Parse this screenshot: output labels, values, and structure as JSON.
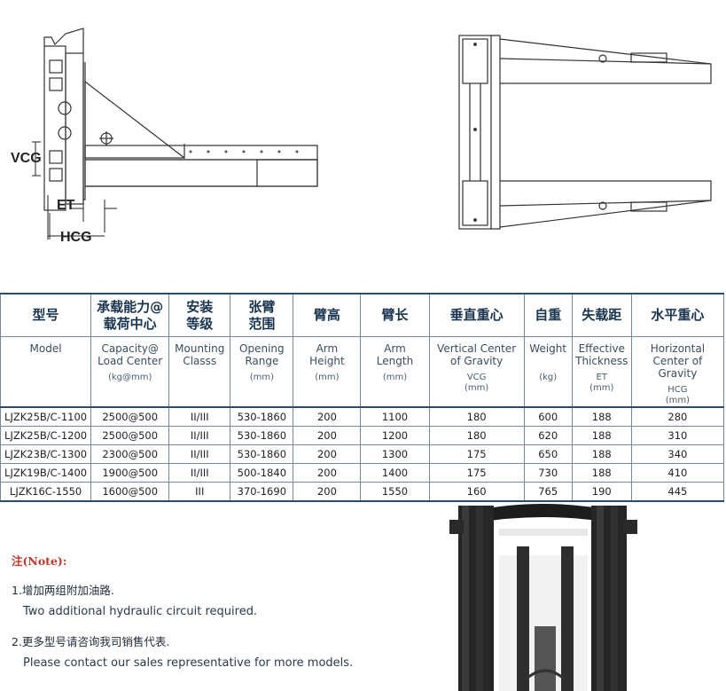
{
  "drawing_labels": {
    "vcg": "VCG",
    "et": "ET",
    "hcg": "HCG"
  },
  "table": {
    "headers_zh": [
      "型号",
      "承载能力@\n载荷中心",
      "安装\n等级",
      "张臂\n范围",
      "臂高",
      "臂长",
      "垂直重心",
      "自重",
      "失载距",
      "水平重心"
    ],
    "headers_en": [
      "Model",
      "Capacity@\nLoad Center",
      "Mounting\nClasss",
      "Opening\nRange",
      "Arm\nHeight",
      "Arm\nLength",
      "Vertical Center\nof Gravity",
      "Weight",
      "Effective\nThickness",
      "Horizontal\nCenter of Gravity"
    ],
    "units": [
      "",
      "(kg@mm)",
      "",
      "(mm)",
      "(mm)",
      "(mm)",
      "VCG\n(mm)",
      "(kg)",
      "ET\n(mm)",
      "HCG\n(mm)"
    ],
    "rows": [
      [
        "LJZK25B/C-1100",
        "2500@500",
        "II/III",
        "530-1860",
        "200",
        "1100",
        "180",
        "600",
        "188",
        "280"
      ],
      [
        "LJZK25B/C-1200",
        "2500@500",
        "II/III",
        "530-1860",
        "200",
        "1200",
        "180",
        "620",
        "188",
        "310"
      ],
      [
        "LJZK23B/C-1300",
        "2300@500",
        "II/III",
        "530-1860",
        "200",
        "1300",
        "175",
        "650",
        "188",
        "340"
      ],
      [
        "LJZK19B/C-1400",
        "1900@500",
        "II/III",
        "500-1840",
        "200",
        "1400",
        "175",
        "730",
        "188",
        "410"
      ],
      [
        "LJZK16C-1550",
        "1600@500",
        "III",
        "370-1690",
        "200",
        "1550",
        "160",
        "765",
        "190",
        "445"
      ]
    ]
  },
  "notes": {
    "title": "注(Note):",
    "items": [
      {
        "zh": "1.增加两组附加油路.",
        "en": "Two additional hydraulic circuit required."
      },
      {
        "zh": "2.更多型号请咨询我司销售代表.",
        "en": "Please contact our sales representative for more models."
      }
    ]
  }
}
